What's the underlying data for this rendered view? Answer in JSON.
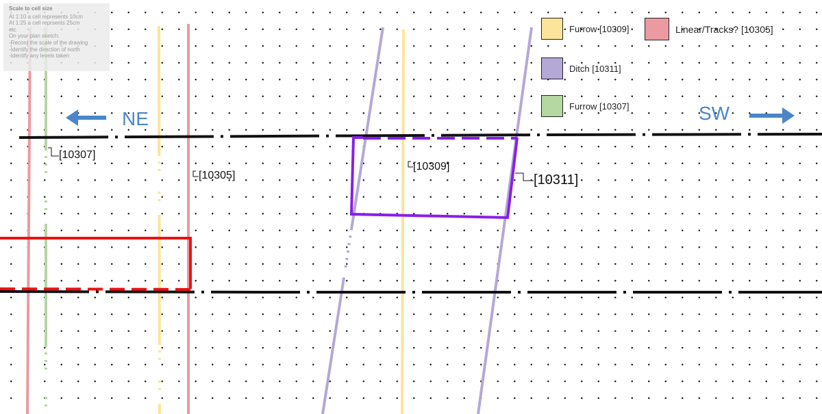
{
  "scale_note": {
    "title": "Scale to cell size",
    "lines": [
      "At 1:10 a cell represents 10cm",
      "At 1:25 a cell reprsents 25cm",
      "etc",
      "On your plan sketch:",
      "-Record the scale of the drawing",
      "-Identify the direction of north",
      "-Identify any levels taken"
    ]
  },
  "legend": [
    {
      "label": "Furrow [10309]",
      "color": "#fce49a"
    },
    {
      "label": "Linear/Tracks? [10305]",
      "color": "#ea9aa0"
    },
    {
      "label": "Ditch [10311]",
      "color": "#b4a8d6"
    },
    {
      "label": "Furrow [10307]",
      "color": "#b5d7a2"
    }
  ],
  "directions": {
    "left": "NE",
    "right": "SW"
  },
  "context_labels": {
    "c10307": "[10307]",
    "c10305": "[10305]",
    "c10309": "[10309]",
    "c10311": "[10311]"
  },
  "colors": {
    "furrow_10309": "#fce49a",
    "linear_10305": "#ea9aa0",
    "ditch_10311": "#b4a8d6",
    "furrow_10307": "#b5d7a2",
    "trench": "#111111",
    "slot_ditch": "#8a1ee8",
    "slot_red": "#ee1111",
    "arrow": "#4a86c8"
  }
}
